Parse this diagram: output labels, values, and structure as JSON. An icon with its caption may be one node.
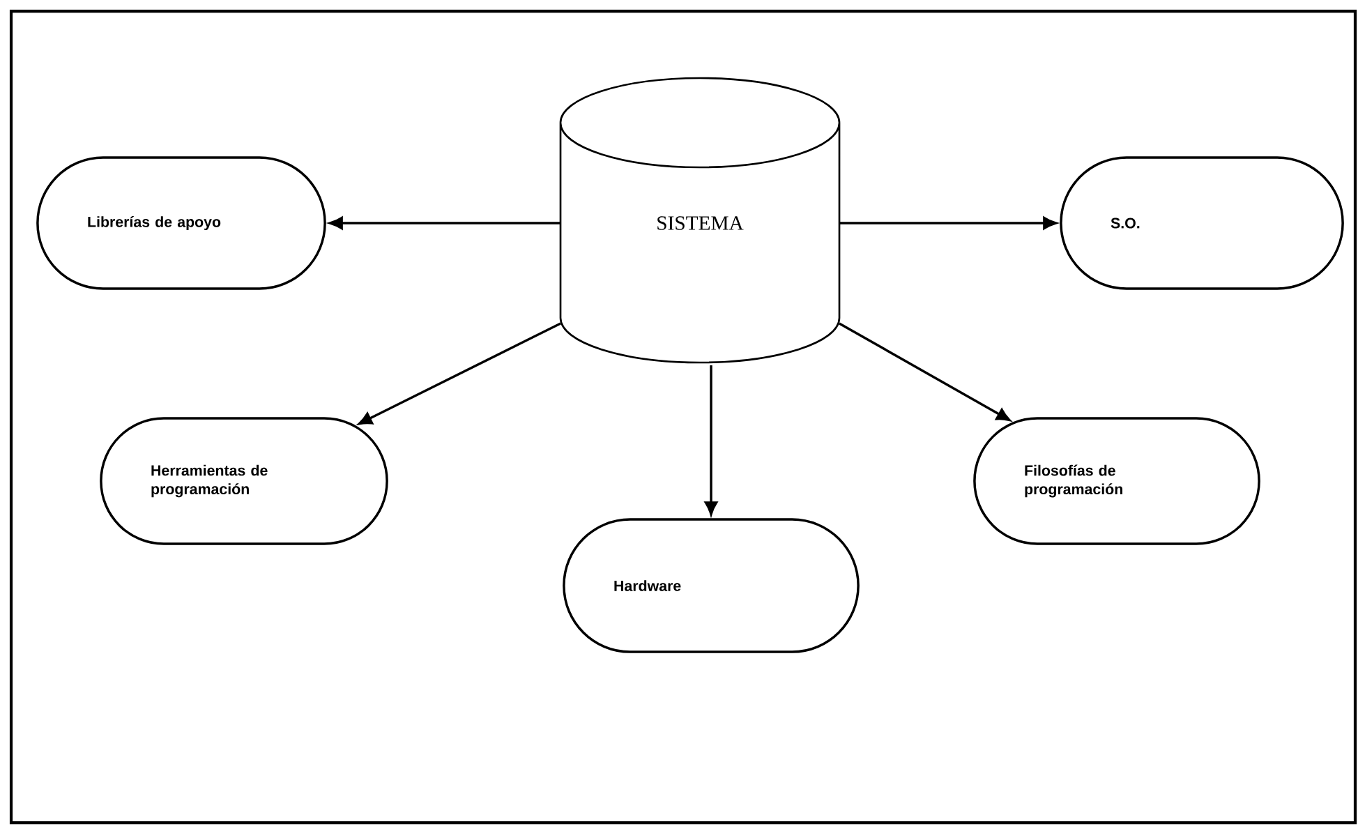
{
  "diagram": {
    "nodes": [
      {
        "text": [
          "SISTEMA"
        ]
      },
      {
        "text": [
          "Librerías de apoyo"
        ]
      },
      {
        "text": [
          "S.O."
        ]
      },
      {
        "text": [
          "Herramientas de programación"
        ]
      },
      {
        "text": [
          "Hardware"
        ]
      },
      {
        "text": [
          "Filosofías de programación"
        ]
      }
    ],
    "edges": [
      {
        "from": 0,
        "to": 1,
        "arrow": "to"
      },
      {
        "from": 0,
        "to": 2,
        "arrow": "to"
      },
      {
        "from": 0,
        "to": 3,
        "arrow": "to"
      },
      {
        "from": 0,
        "to": 4,
        "arrow": "to"
      },
      {
        "from": 0,
        "to": 5,
        "arrow": "to"
      }
    ]
  }
}
